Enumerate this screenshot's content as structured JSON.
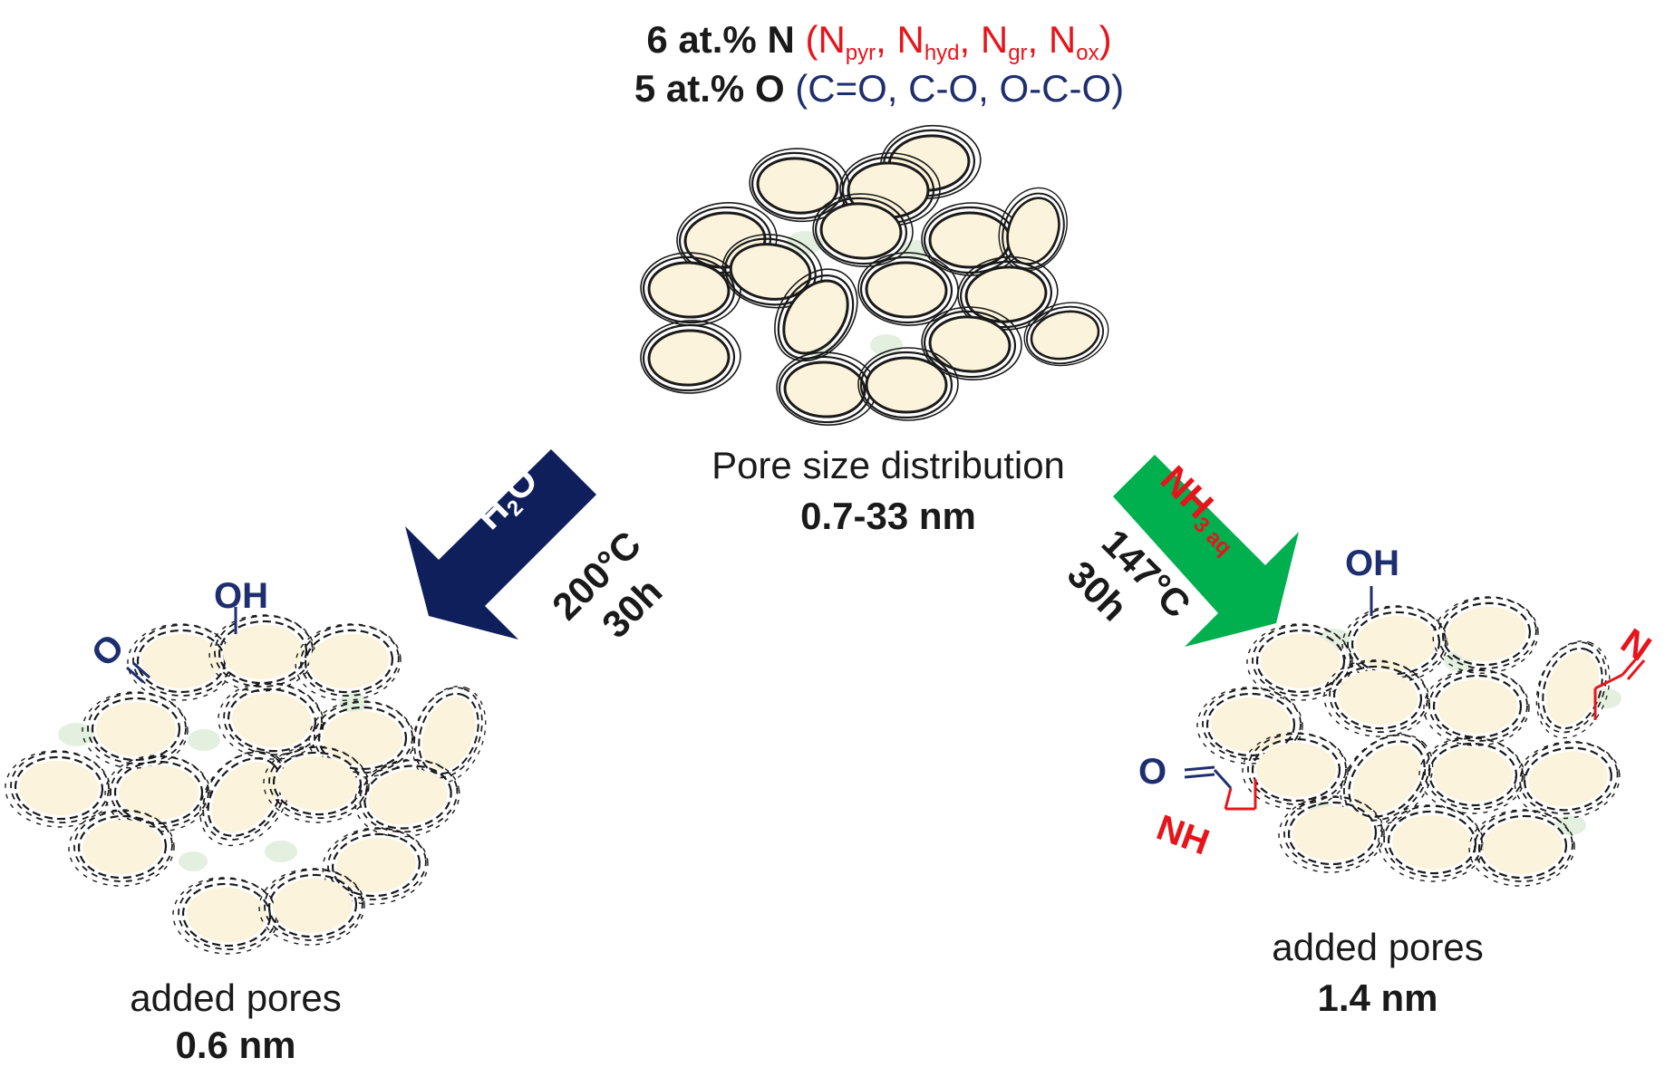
{
  "composition": {
    "n_line": {
      "prefix": "6 at.% N",
      "open": " (",
      "species": [
        {
          "base": "N",
          "sub": "pyr"
        },
        {
          "base": "N",
          "sub": "hyd"
        },
        {
          "base": "N",
          "sub": "gr"
        },
        {
          "base": "N",
          "sub": "ox"
        }
      ],
      "separator": ", ",
      "close": ")"
    },
    "o_line": {
      "prefix": "5 at.% O",
      "groups": "(C=O, C-O, O-C-O)"
    }
  },
  "center": {
    "caption": "Pore size distribution",
    "value": "0.7-33 nm"
  },
  "left_path": {
    "reagent": {
      "base": "H",
      "sub": "2",
      "tail": "O"
    },
    "temperature": "200°C",
    "time": "30h",
    "caption": "added pores",
    "value": "0.6 nm",
    "groups": {
      "oh": "OH",
      "carbonyl": "O"
    }
  },
  "right_path": {
    "reagent": {
      "base": "NH",
      "sub": "3 aq"
    },
    "temperature": "147°C",
    "time": "30h",
    "caption": "added pores",
    "value": "1.4 nm",
    "groups": {
      "oh": "OH",
      "carbonyl": "O",
      "amine": "NH",
      "imine": "N"
    }
  },
  "colors": {
    "nitrogen_red": "#e8141b",
    "oxygen_blue": "#1f2e6e",
    "arrow_left": "#0f1f5c",
    "arrow_right": "#00b04f",
    "pore_fill": "#fbf3dc",
    "micropore_fill": "#e3f0df"
  }
}
